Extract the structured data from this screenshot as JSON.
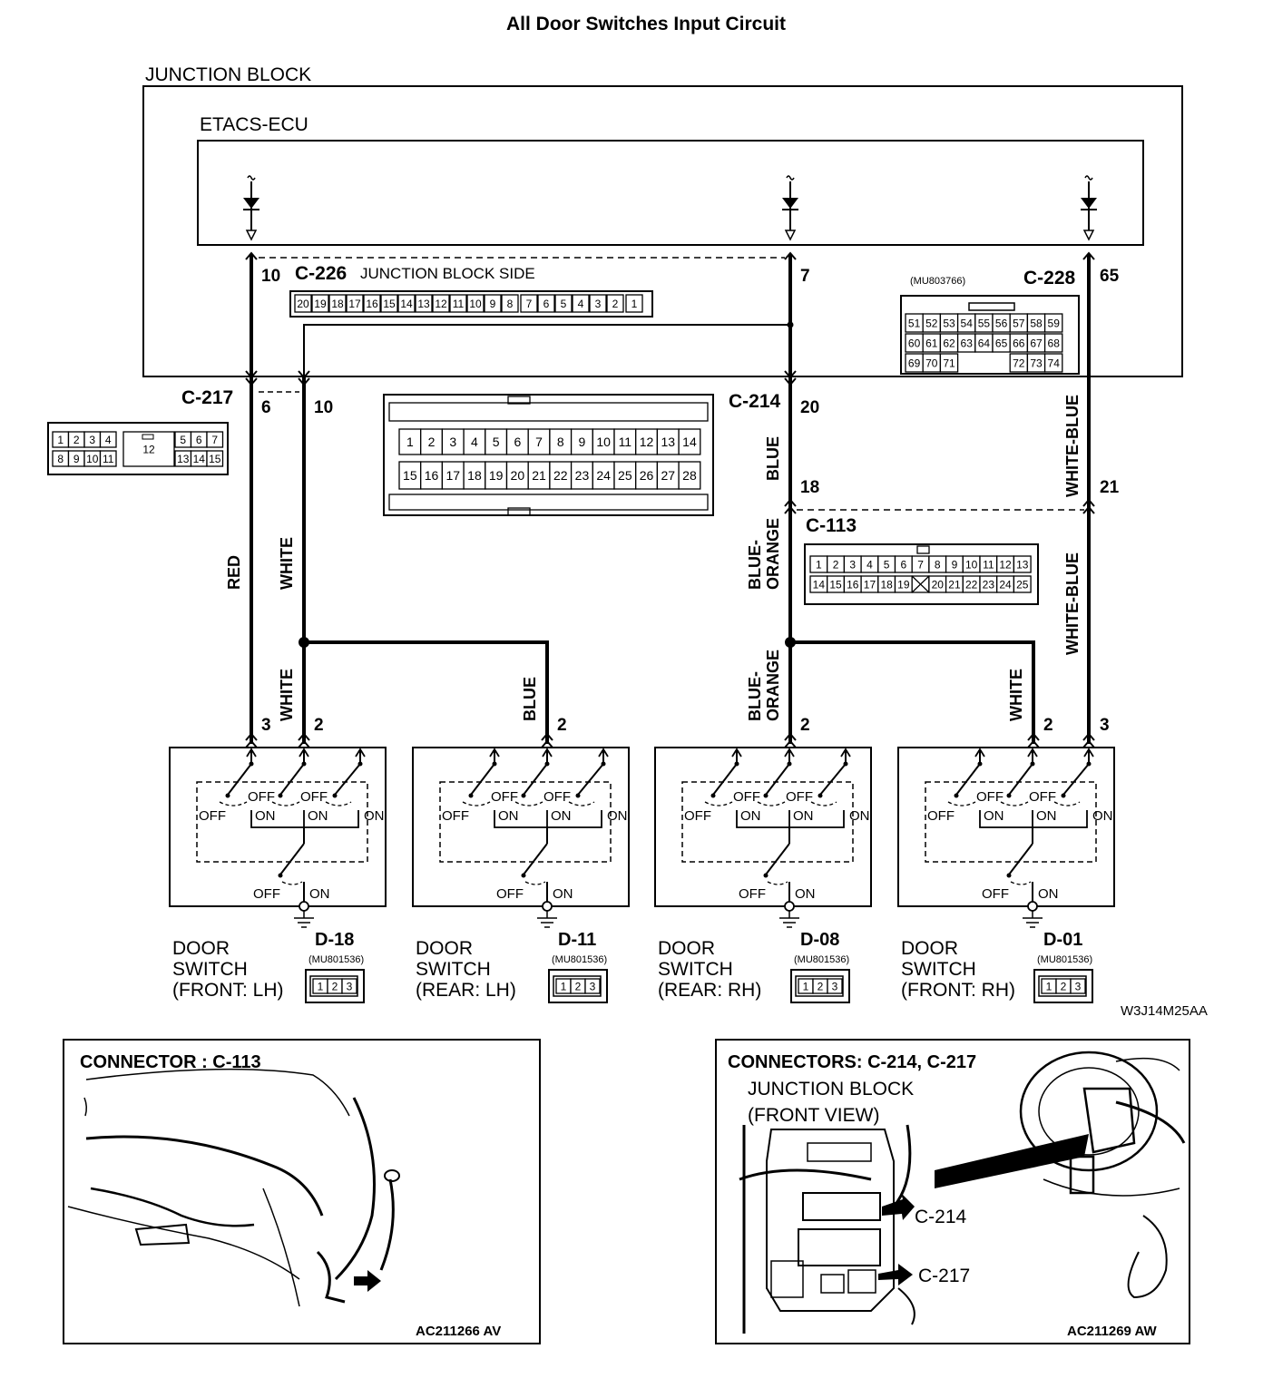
{
  "title": "All Door Switches Input Circuit",
  "junction_block_label": "JUNCTION BLOCK",
  "ecu_label": "ETACS-ECU",
  "c226": {
    "name": "C-226",
    "side": "JUNCTION BLOCK SIDE",
    "pins": [
      "20",
      "19",
      "18",
      "17",
      "16",
      "15",
      "14",
      "13",
      "12",
      "11",
      "10",
      "9",
      "8",
      "7",
      "6",
      "5",
      "4",
      "3",
      "2",
      "1"
    ]
  },
  "c228": {
    "name": "C-228",
    "part": "(MU803766)",
    "rows": [
      [
        "51",
        "52",
        "53",
        "54",
        "55",
        "56",
        "57",
        "58",
        "59"
      ],
      [
        "60",
        "61",
        "62",
        "63",
        "64",
        "65",
        "66",
        "67",
        "68"
      ],
      [
        "69",
        "70",
        "71",
        "",
        "",
        "",
        "72",
        "73",
        "74"
      ]
    ]
  },
  "c217": {
    "name": "C-217",
    "row1": [
      "1",
      "2",
      "3",
      "4"
    ],
    "mid": "12",
    "row1b": [
      "5",
      "6",
      "7"
    ],
    "row2": [
      "8",
      "9",
      "10",
      "11"
    ],
    "row2b": [
      "13",
      "14",
      "15"
    ]
  },
  "c214": {
    "name": "C-214",
    "row1": [
      "1",
      "2",
      "3",
      "4",
      "5",
      "6",
      "7",
      "8",
      "9",
      "10",
      "11",
      "12",
      "13",
      "14"
    ],
    "row2": [
      "15",
      "16",
      "17",
      "18",
      "19",
      "20",
      "21",
      "22",
      "23",
      "24",
      "25",
      "26",
      "27",
      "28"
    ]
  },
  "c113": {
    "name": "C-113",
    "row1": [
      "1",
      "2",
      "3",
      "4",
      "5",
      "6",
      "7",
      "8",
      "9",
      "10",
      "11",
      "12",
      "13"
    ],
    "row2": [
      "14",
      "15",
      "16",
      "17",
      "18",
      "19",
      "",
      "20",
      "21",
      "22",
      "23",
      "24",
      "25"
    ]
  },
  "pin_numbers": {
    "ecu_10": "10",
    "ecu_7": "7",
    "ecu_65": "65",
    "c217_6": "6",
    "c217_10": "10",
    "c214_20": "20",
    "c214_18": "18",
    "c228_21": "21",
    "d18_3": "3",
    "d18_2": "2",
    "d11_2": "2",
    "d08_2": "2",
    "d01_2": "2",
    "d01_3": "3"
  },
  "wires": {
    "red": "RED",
    "white": "WHITE",
    "blue": "BLUE",
    "blue_orange_1": "BLUE-",
    "blue_orange_2": "ORANGE",
    "white_blue": "WHITE-BLUE"
  },
  "switch": {
    "off": "OFF",
    "on": "ON"
  },
  "door_switches": [
    {
      "id": "D-18",
      "part": "(MU801536)",
      "line1": "DOOR",
      "line2": "SWITCH",
      "line3": "(FRONT: LH)"
    },
    {
      "id": "D-11",
      "part": "(MU801536)",
      "line1": "DOOR",
      "line2": "SWITCH",
      "line3": "(REAR: LH)"
    },
    {
      "id": "D-08",
      "part": "(MU801536)",
      "line1": "DOOR",
      "line2": "SWITCH",
      "line3": "(REAR: RH)"
    },
    {
      "id": "D-01",
      "part": "(MU801536)",
      "line1": "DOOR",
      "line2": "SWITCH",
      "line3": "(FRONT: RH)"
    }
  ],
  "switch_pins": [
    "1",
    "2",
    "3"
  ],
  "figure_code": "W3J14M25AA",
  "panel_left": {
    "title": "CONNECTOR : C-113",
    "code": "AC211266 AV"
  },
  "panel_right": {
    "title": "CONNECTORS: C-214, C-217",
    "sub1": "JUNCTION BLOCK",
    "sub2": "(FRONT VIEW)",
    "arrow1": "C-214",
    "arrow2": "C-217",
    "code": "AC211269 AW"
  }
}
